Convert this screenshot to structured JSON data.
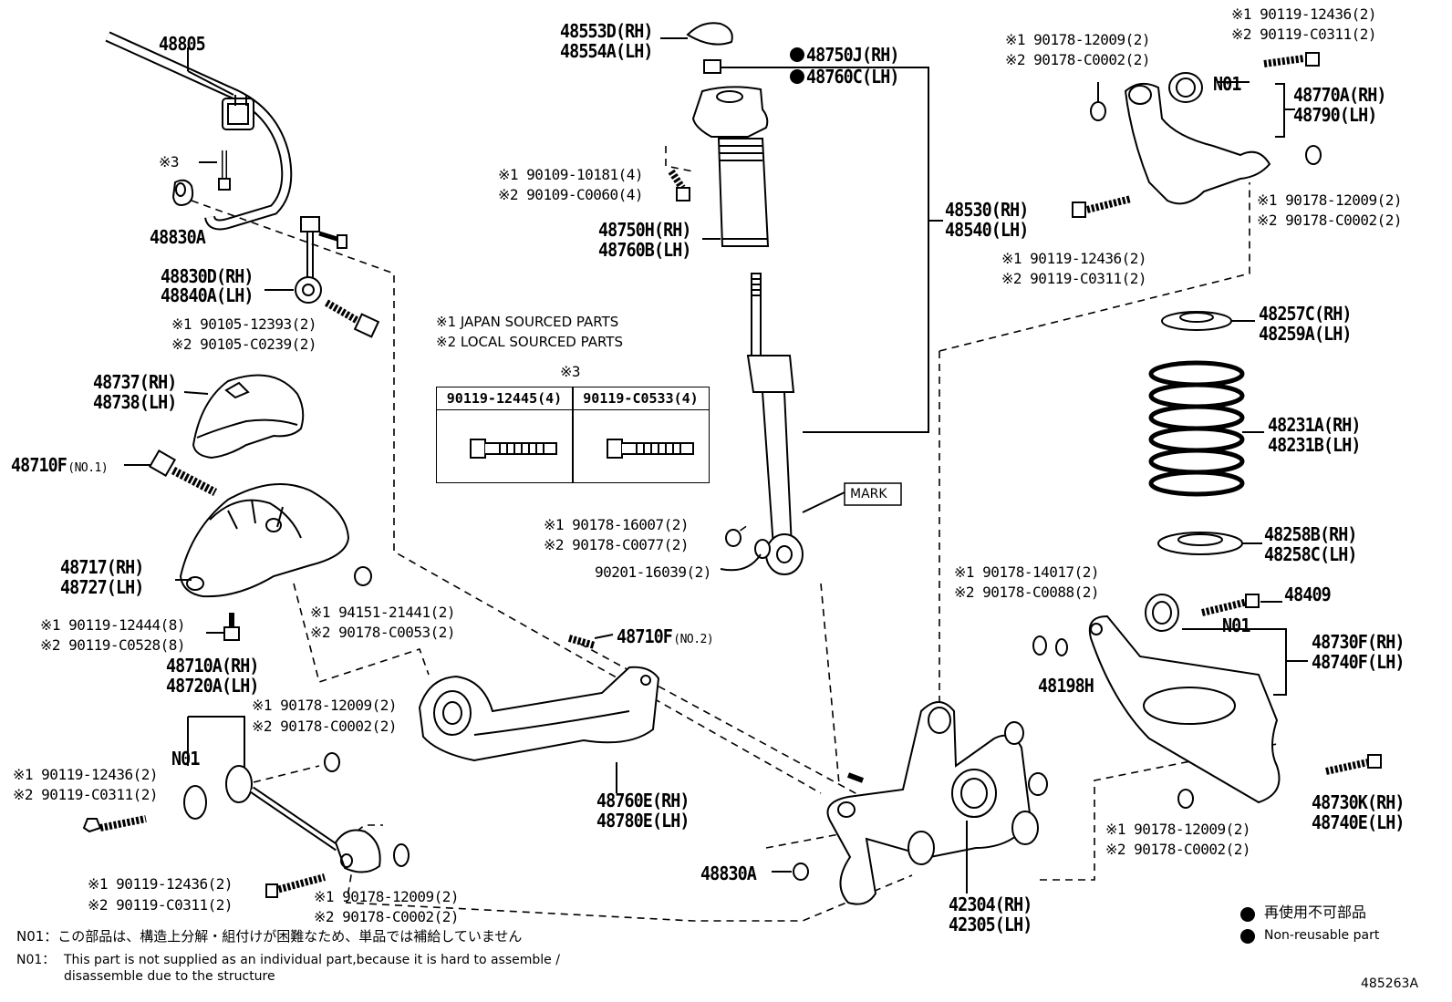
{
  "parts": {
    "stabilizer_bar": "48805",
    "stab_bolt_ref": "※3",
    "stab_bushing": "48830A",
    "stab_link_rh": "48830D(RH)",
    "stab_link_lh": "48840A(LH)",
    "stab_link_bolt_1": "※1 90105-12393(2)",
    "stab_link_bolt_2": "※2 90105-C0239(2)",
    "cover_rh": "48737(RH)",
    "cover_lh": "48738(LH)",
    "bolt_no1": "48710F",
    "bolt_no1_suffix": "(NO.1)",
    "member_rh": "48717(RH)",
    "member_lh": "48727(LH)",
    "member_bolt_1": "※1 90119-12444(8)",
    "member_bolt_2": "※2 90119-C0528(8)",
    "member_nut_1": "※1 94151-21441(2)",
    "member_nut_2": "※2 90178-C0053(2)",
    "toe_arm_rh": "48710A(RH)",
    "toe_arm_lh": "48720A(LH)",
    "toe_nut_1": "※1 90178-12009(2)",
    "toe_nut_2": "※2 90178-C0002(2)",
    "toe_n01": "N01",
    "toe_bolt_1": "※1 90119-12436(2)",
    "toe_bolt_2": "※2 90119-C0311(2)",
    "toe_bolt_b_1": "※1 90119-12436(2)",
    "toe_bolt_b_2": "※2 90119-C0311(2)",
    "toe_nut_b_1": "※1 90178-12009(2)",
    "toe_nut_b_2": "※2 90178-C0002(2)",
    "support_cap_rh": "48553D(RH)",
    "support_cap_lh": "48554A(LH)",
    "support_rh": "48750J(RH)",
    "support_lh": "48760C(LH)",
    "support_bolt_1": "※1 90109-10181(4)",
    "support_bolt_2": "※2 90109-C0060(4)",
    "boot_rh": "48750H(RH)",
    "boot_lh": "48760B(LH)",
    "absorber_rh": "48530(RH)",
    "absorber_lh": "48540(LH)",
    "mark": "MARK",
    "abs_nut_1": "※1 90178-16007(2)",
    "abs_nut_2": "※2 90178-C0077(2)",
    "abs_washer": "90201-16039(2)",
    "bolt_no2": "48710F",
    "bolt_no2_suffix": "(NO.2)",
    "trailing_rh": "48760E(RH)",
    "trailing_lh": "48780E(LH)",
    "knuckle_nut": "48830A",
    "knuckle_rh": "42304(RH)",
    "knuckle_lh": "42305(LH)",
    "upper_bolt_top_1": "※1 90119-12436(2)",
    "upper_bolt_top_2": "※2 90119-C0311(2)",
    "upper_nut_1": "※1 90178-12009(2)",
    "upper_nut_2": "※2 90178-C0002(2)",
    "upper_n01": "N01",
    "upper_arm_rh": "48770A(RH)",
    "upper_arm_lh": "48790(LH)",
    "upper_nut_r_1": "※1 90178-12009(2)",
    "upper_nut_r_2": "※2 90178-C0002(2)",
    "upper_bolt_b_1": "※1 90119-12436(2)",
    "upper_bolt_b_2": "※2 90119-C0311(2)",
    "spring_seat_up_rh": "48257C(RH)",
    "spring_seat_up_lh": "48259A(LH)",
    "spring_rh": "48231A(RH)",
    "spring_lh": "48231B(LH)",
    "spring_seat_lo_rh": "48258B(RH)",
    "spring_seat_lo_lh": "48258C(LH)",
    "lower_nut_1": "※1 90178-14017(2)",
    "lower_nut_2": "※2 90178-C0088(2)",
    "lower_bolt": "48409",
    "lower_n01": "N01",
    "lower_washer": "48198H",
    "lower_arm_rh": "48730F(RH)",
    "lower_arm_lh": "48740F(LH)",
    "lower_bolt2_rh": "48730K(RH)",
    "lower_bolt2_lh": "48740E(LH)",
    "lower_nut_b_1": "※1 90178-12009(2)",
    "lower_nut_b_2": "※2 90178-C0002(2)"
  },
  "source_notes": {
    "japan": "※1 JAPAN SOURCED PARTS",
    "local": "※2 LOCAL SOURCED PARTS",
    "table_ref": "※3",
    "table_col1": "90119-12445(4)",
    "table_col2": "90119-C0533(4)"
  },
  "legend": {
    "jp": "再使用不可部品",
    "en": "Non-reusable part"
  },
  "footnotes": {
    "n01_jp": "N01：この部品は、構造上分解・組付けが困難なため、単品では補給していません",
    "n01_en_label": "N01：",
    "n01_en_line1": "This part is not supplied as an individual part,because it is hard to assemble /",
    "n01_en_line2": "disassemble due to the structure"
  },
  "drawing_id": "485263A"
}
